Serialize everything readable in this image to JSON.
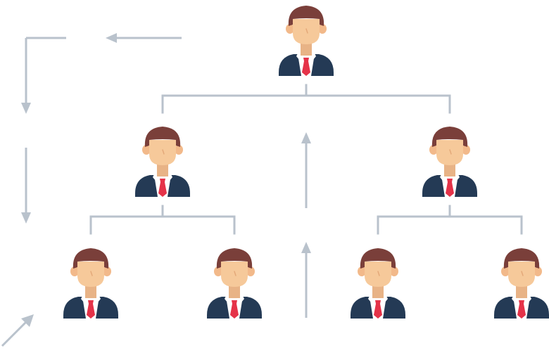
{
  "diagram": {
    "type": "org-chart",
    "nodes": [
      {
        "id": "root",
        "icon": "businessman-icon",
        "level": 0
      },
      {
        "id": "manager-left",
        "icon": "businessman-icon",
        "level": 1,
        "parent": "root"
      },
      {
        "id": "manager-right",
        "icon": "businessman-icon",
        "level": 1,
        "parent": "root"
      },
      {
        "id": "employee-1",
        "icon": "businessman-icon",
        "level": 2,
        "parent": "manager-left"
      },
      {
        "id": "employee-2",
        "icon": "businessman-icon",
        "level": 2,
        "parent": "manager-left"
      },
      {
        "id": "employee-3",
        "icon": "businessman-icon",
        "level": 2,
        "parent": "manager-right"
      },
      {
        "id": "employee-4",
        "icon": "businessman-icon",
        "level": 2,
        "parent": "manager-right"
      }
    ],
    "arrows": [
      {
        "name": "arrow-top-left",
        "direction": "left"
      },
      {
        "name": "arrow-corner-down",
        "direction": "down"
      },
      {
        "name": "arrow-left-down",
        "direction": "down"
      },
      {
        "name": "arrow-center-up-upper",
        "direction": "up"
      },
      {
        "name": "arrow-center-up-lower",
        "direction": "up"
      },
      {
        "name": "arrow-diagonal-up-right",
        "direction": "up-right"
      }
    ],
    "colors": {
      "connector": "#b9c2cc",
      "hair": "#7a3f3a",
      "skin": "#f6c99a",
      "suit": "#243a55",
      "shirt": "#ffffff",
      "tie": "#e53349"
    }
  }
}
